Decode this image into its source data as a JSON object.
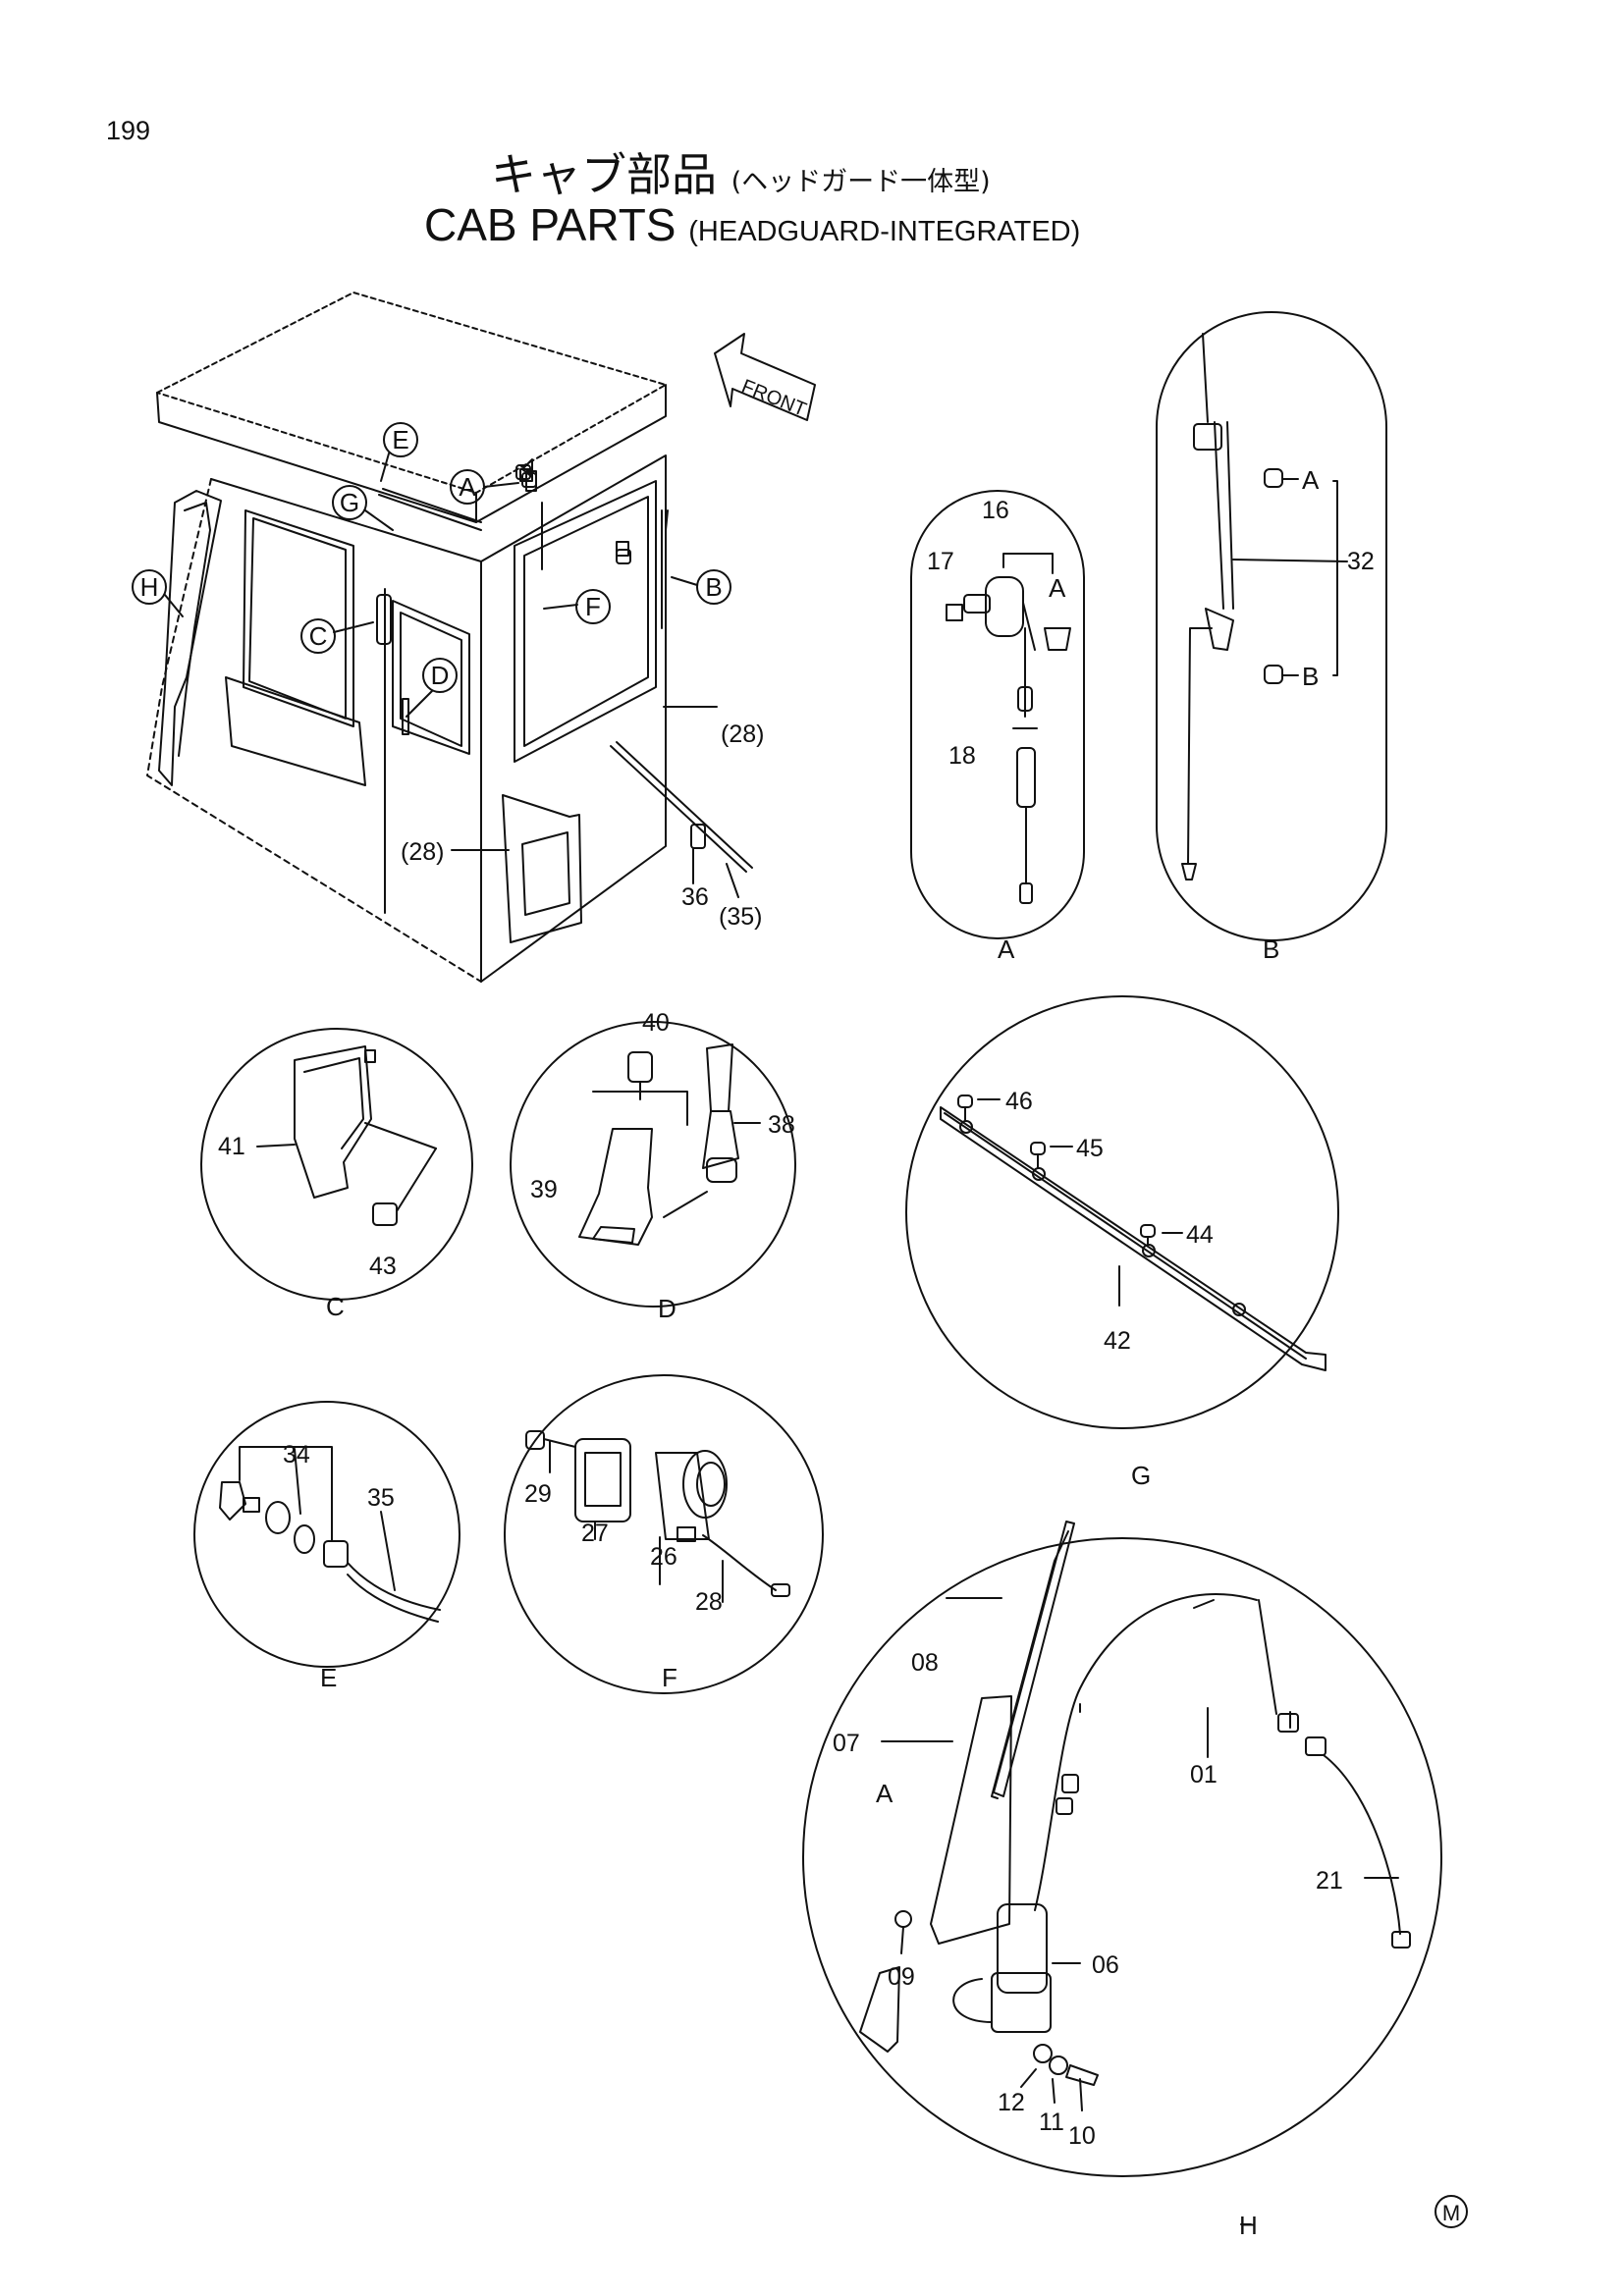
{
  "page_number": "199",
  "title": {
    "jp_main": "キャブ部品",
    "jp_sub": "(ヘッドガード一体型)",
    "en_main": "CAB PARTS",
    "en_sub": "(HEADGUARD-INTEGRATED)"
  },
  "front_arrow_label": "FRONT",
  "callouts": {
    "A": "A",
    "B": "B",
    "C": "C",
    "D": "D",
    "E": "E",
    "F": "F",
    "G": "G",
    "H": "H"
  },
  "detail_labels": [
    "A",
    "B",
    "C",
    "D",
    "E",
    "F",
    "G",
    "H"
  ],
  "parts": {
    "p01": "01",
    "p06": "06",
    "p07": "07",
    "p08": "08",
    "p09": "09",
    "p10": "10",
    "p11": "11",
    "p12": "12",
    "p16": "16",
    "p17": "17",
    "p18": "18",
    "p21": "21",
    "p26": "26",
    "p27": "27",
    "p28": "28",
    "p28ref": "(28)",
    "p29": "29",
    "p32": "32",
    "p34": "34",
    "p35": "35",
    "p35ref": "(35)",
    "p36": "36",
    "p38": "38",
    "p39": "39",
    "p40": "40",
    "p41": "41",
    "p42": "42",
    "p43": "43",
    "p44": "44",
    "p45": "45",
    "p46": "46"
  },
  "corner_mark": "M"
}
